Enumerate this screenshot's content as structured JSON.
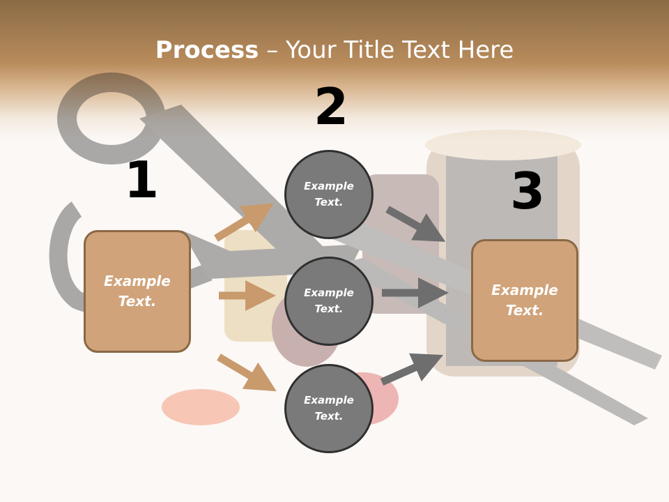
{
  "title": {
    "bold": "Process",
    "rest": " – Your Title Text Here"
  },
  "steps": {
    "one": "1",
    "two": "2",
    "three": "3"
  },
  "boxes": {
    "left_line1": "Example",
    "left_line2": "Text.",
    "right_line1": "Example",
    "right_line2": "Text."
  },
  "circles": [
    {
      "line1": "Example",
      "line2": "Text."
    },
    {
      "line1": "Example",
      "line2": "Text."
    },
    {
      "line1": "Example",
      "line2": "Text."
    }
  ],
  "colors": {
    "box_fill": "#d0a37a",
    "box_border": "#8a6845",
    "circle_fill": "#7a7a7a",
    "circle_border": "#2f2f2f",
    "arrow_tan": "#c89a6c",
    "arrow_gray": "#6e6e6e"
  }
}
